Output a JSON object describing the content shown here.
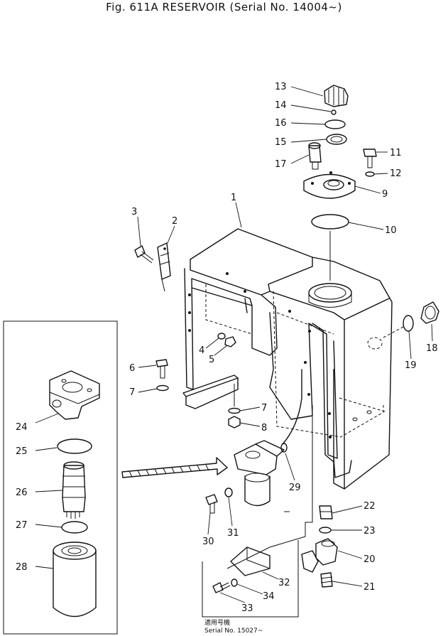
{
  "title": {
    "figure": "Fig. 611A RESERVOIR",
    "serial": "(Serial No. 14004~)"
  },
  "note": {
    "line1": "適用号機",
    "line2": "Serial No. 15027~"
  },
  "callouts": [
    "1",
    "2",
    "3",
    "4",
    "5",
    "6",
    "7",
    "7",
    "8",
    "9",
    "10",
    "11",
    "12",
    "13",
    "14",
    "15",
    "16",
    "17",
    "18",
    "19",
    "20",
    "21",
    "22",
    "23",
    "24",
    "25",
    "26",
    "27",
    "28",
    "29",
    "30",
    "31",
    "32",
    "33",
    "34"
  ]
}
